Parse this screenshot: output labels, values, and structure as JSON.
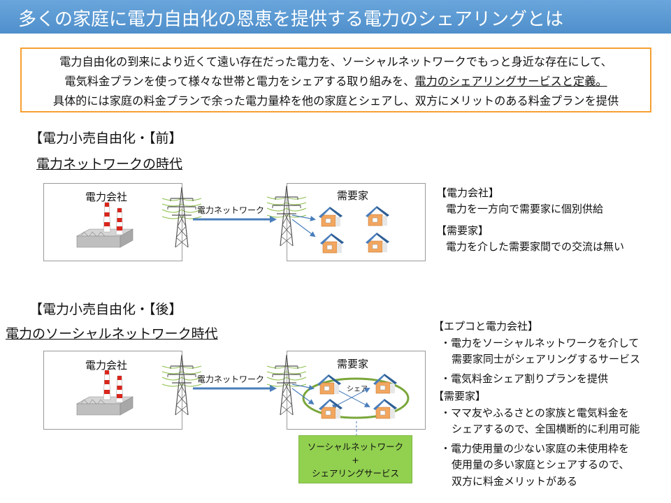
{
  "title": "多くの家庭に電力自由化の恩恵を提供する電力のシェアリングとは",
  "summary": {
    "line1": "電力自由化の到来により近くて遠い存在だった電力を、ソーシャルネットワークでもっと身近な存在にして、",
    "line2_pre": "電気料金プランを使って様々な世帯と電力をシェアする取り組みを、",
    "line2_underlined": "電力のシェアリングサービスと定義。",
    "line3": "具体的には家庭の料金プランで余った電力量枠を他の家庭とシェアし、双方にメリットのある料金プランを提供"
  },
  "before": {
    "heading": "【電力小売自由化・【前】",
    "subheading": "電力ネットワークの時代",
    "company_label": "電力会社",
    "network_label": "電力ネットワーク",
    "consumer_label": "需要家",
    "notes": [
      "【電力会社】",
      "電力を一方向で需要家に個別供給",
      "【需要家】",
      "電力を介した需要家間での交流は無い"
    ]
  },
  "after": {
    "heading": "【電力小売自由化・【後】",
    "subheading": "電力のソーシャルネットワーク時代",
    "company_label": "電力会社",
    "network_label": "電力ネットワーク",
    "consumer_label": "需要家",
    "share_label": "シェア",
    "service_line1": "ソーシャルネットワーク",
    "service_line2": "+",
    "service_line3": "シェアリングサービス",
    "notes": [
      "【エプコと電力会社】",
      "・電力をソーシャルネットワークを介して",
      "需要家同士がシェアリングするサービス",
      "・電気料金シェア割りプランを提供",
      "【需要家】",
      "・ママ友やふるさとの家族と電気料金を",
      "シェアするので、全国横断的に利用可能",
      "・電力使用量の少ない家庭の未使用枠を",
      "使用量の多い家庭とシェアするので、",
      "双方に料金メリットがある"
    ]
  },
  "colors": {
    "title_bar": "#5b9bd5",
    "summary_border": "#f7a033",
    "arrow": "#4a7ebb",
    "house_roof": "#4a7ebb",
    "house_wall": "#f2a65e",
    "share_ellipse": "#7aa63a",
    "service_box": "#92d050",
    "chimney_red": "#d9261c",
    "tower": "#555555"
  }
}
